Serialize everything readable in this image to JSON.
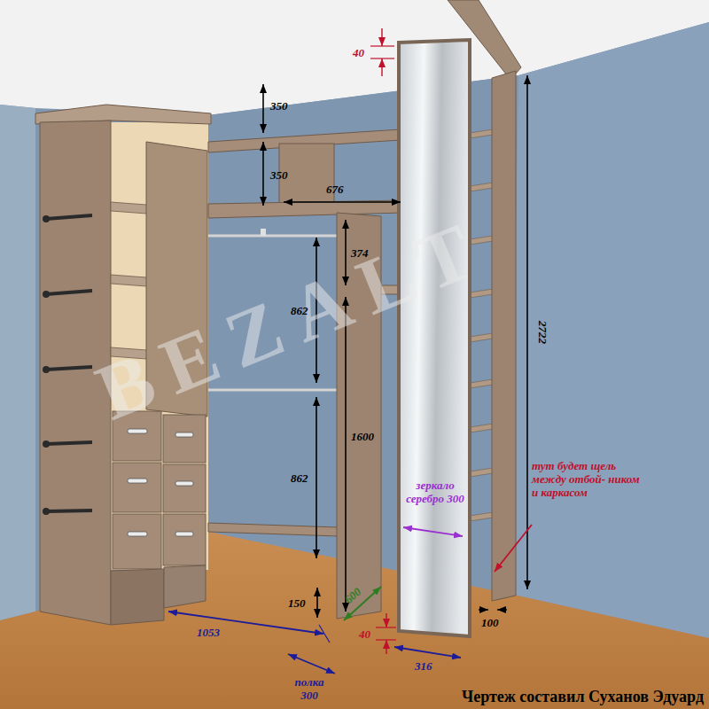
{
  "diagram": {
    "caption": "Чертеж составил Суханов Эдуард",
    "labels": [
      "350",
      "350",
      "676",
      "374",
      "862",
      "862",
      "1600",
      "2722",
      "40",
      "40",
      "150",
      "600",
      "1053",
      "полка 300",
      "316",
      "100",
      "зеркало серебро 300",
      "тут будет щель между отбой- ником и каркасом",
      "BEZALT"
    ]
  }
}
